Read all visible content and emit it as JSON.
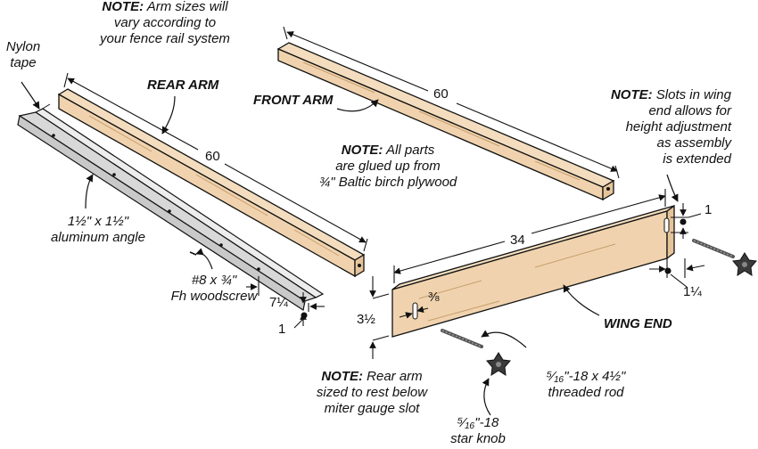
{
  "notes": {
    "arm_sizes": {
      "prefix": "NOTE:",
      "lines": [
        "Arm sizes will",
        "vary according to",
        "your fence rail system"
      ]
    },
    "glued": {
      "prefix": "NOTE:",
      "lines": [
        "All parts",
        "are glued up from",
        "¾\" Baltic birch plywood"
      ]
    },
    "slots": {
      "prefix": "NOTE:",
      "lines": [
        "Slots in wing",
        "end allows for",
        "height adjustment",
        "as assembly",
        "is extended"
      ]
    },
    "rear_arm": {
      "prefix": "NOTE:",
      "lines": [
        "Rear arm",
        "sized to rest below",
        "miter gauge slot"
      ]
    }
  },
  "parts": {
    "rear_arm": "REAR ARM",
    "front_arm": "FRONT ARM",
    "wing_end": "WING END",
    "nylon_tape": [
      "Nylon",
      "tape"
    ],
    "aluminum_angle": [
      "1½\" x 1½\"",
      "aluminum angle"
    ],
    "woodscrew": [
      "#8 x ¾\"",
      "Fh woodscrew"
    ],
    "threaded_rod": [
      "⁵⁄₁₆\"-18 x 4½\"",
      "threaded rod"
    ],
    "star_knob": [
      "⁵⁄₁₆\"-18",
      "star knob"
    ]
  },
  "dimensions": {
    "rear_len": "60",
    "front_len": "60",
    "wing_len": "34",
    "angle_len": "7¼",
    "angle_h": "1",
    "wing_h": "3½",
    "slot_w": "⅜",
    "slot_h": "1",
    "slot_off": "1¼"
  },
  "colors": {
    "wood": "#F0D3AE",
    "wood_dark": "#D9B385",
    "wood_end": "#E6C49A",
    "metal": "#D8D8D8",
    "line": "#111111"
  }
}
